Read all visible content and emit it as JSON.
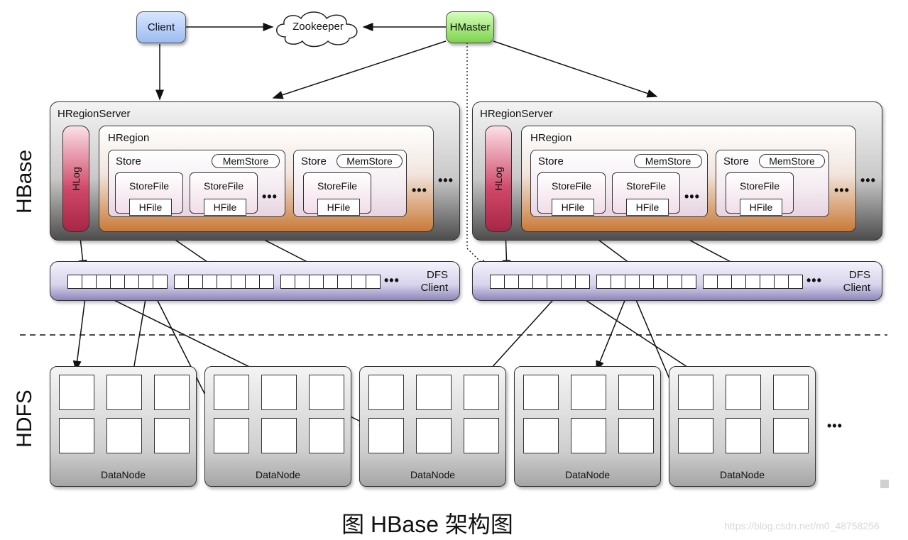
{
  "nodes": {
    "client": "Client",
    "zookeeper": "Zookeeper",
    "hmaster": "HMaster"
  },
  "side_labels": {
    "hbase": "HBase",
    "hdfs": "HDFS"
  },
  "region_servers": [
    {
      "title": "HRegionServer",
      "hlog": "HLog",
      "region": "HRegion",
      "store1": {
        "label": "Store",
        "memstore": "MemStore",
        "storefiles": [
          "StoreFile",
          "StoreFile"
        ],
        "hfile": "HFile"
      },
      "store2": {
        "label": "Store",
        "memstore": "MemStore",
        "storefiles": [
          "StoreFile"
        ],
        "hfile": "HFile"
      },
      "dfs_client": "DFS\nClient"
    },
    {
      "title": "HRegionServer",
      "hlog": "HLog",
      "region": "HRegion",
      "store1": {
        "label": "Store",
        "memstore": "MemStore",
        "storefiles": [
          "StoreFile",
          "StoreFile"
        ],
        "hfile": "HFile"
      },
      "store2": {
        "label": "Store",
        "memstore": "MemStore",
        "storefiles": [
          "StoreFile"
        ],
        "hfile": "HFile"
      },
      "dfs_client": "DFS\nClient"
    }
  ],
  "dfs_client_line1": "DFS",
  "dfs_client_line2": "Client",
  "ellipsis": "•••",
  "datanodes": [
    "DataNode",
    "DataNode",
    "DataNode",
    "DataNode",
    "DataNode"
  ],
  "caption": "图 HBase 架构图",
  "watermark": "https://blog.csdn.net/m0_48758256"
}
